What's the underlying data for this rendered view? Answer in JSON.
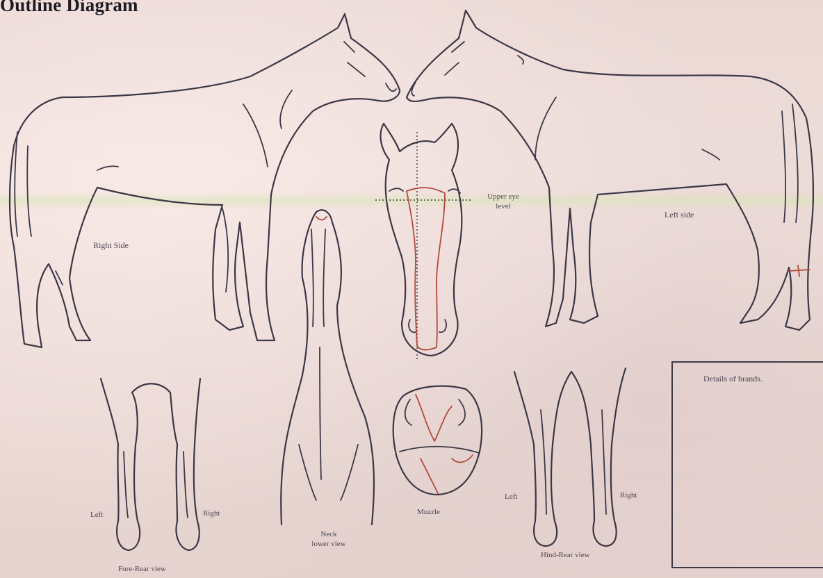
{
  "title": "Outline Diagram",
  "labels": {
    "right_side": "Right Side",
    "left_side": "Left side",
    "upper_eye_level_line1": "Upper eye",
    "upper_eye_level_line2": "level",
    "fore_left": "Left",
    "fore_right": "Right",
    "fore_rear_view": "Fore-Rear view",
    "neck_line1": "Neck",
    "neck_line2": "lower view",
    "muzzle": "Muzzle",
    "hind_left": "Left",
    "hind_right": "Right",
    "hind_rear_view": "Hind-Rear view",
    "details_of_brands": "Details of brands."
  },
  "colors": {
    "paper": "#ead9d6",
    "line": "#3b3745",
    "markings": "#b04a3a"
  }
}
